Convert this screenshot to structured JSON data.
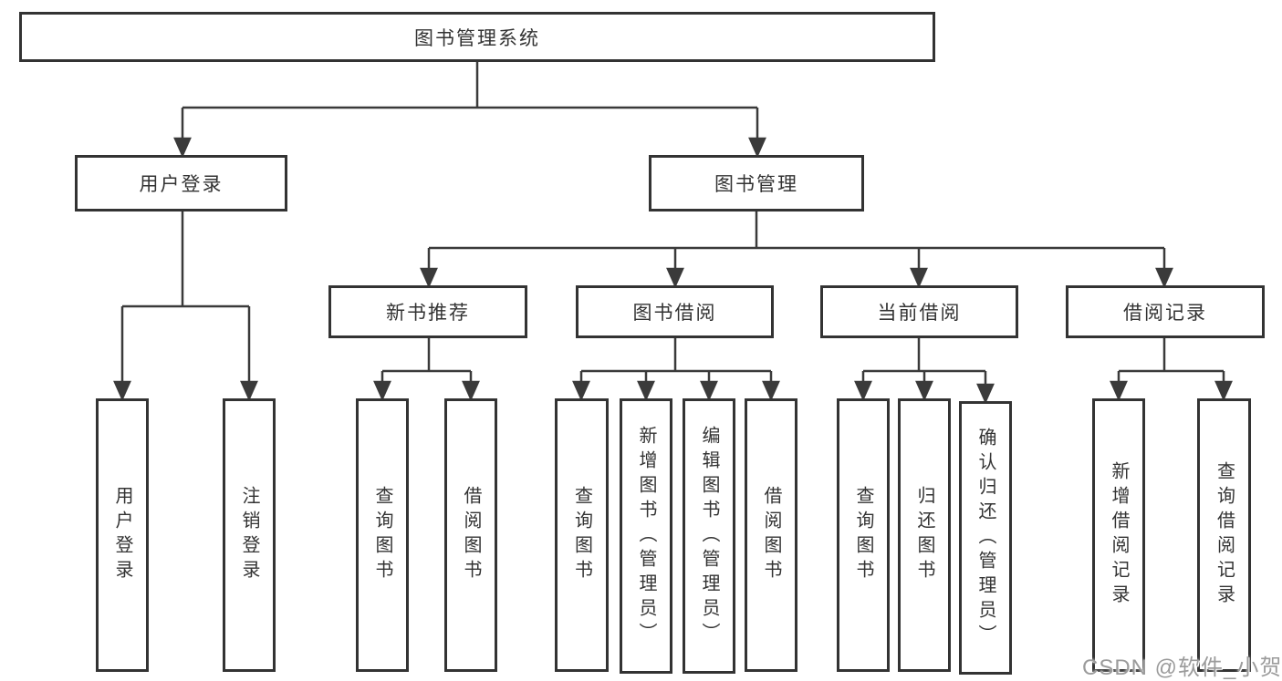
{
  "diagram": {
    "root": {
      "label": "图书管理系统"
    },
    "branches": [
      {
        "label": "用户登录",
        "children": [
          {
            "label": "用户登录"
          },
          {
            "label": "注销登录"
          }
        ]
      },
      {
        "label": "图书管理",
        "children": [
          {
            "label": "新书推荐",
            "children": [
              {
                "label": "查询图书"
              },
              {
                "label": "借阅图书"
              }
            ]
          },
          {
            "label": "图书借阅",
            "children": [
              {
                "label": "查询图书"
              },
              {
                "label": "新增图书（管理员）"
              },
              {
                "label": "编辑图书（管理员）"
              },
              {
                "label": "借阅图书"
              }
            ]
          },
          {
            "label": "当前借阅",
            "children": [
              {
                "label": "查询图书"
              },
              {
                "label": "归还图书"
              },
              {
                "label": "确认归还（管理员）"
              }
            ]
          },
          {
            "label": "借阅记录",
            "children": [
              {
                "label": "新增借阅记录"
              },
              {
                "label": "查询借阅记录"
              }
            ]
          }
        ]
      }
    ]
  },
  "watermark": {
    "text": "CSDN @软件_小贺同学"
  },
  "colors": {
    "line": "#3a3a3a",
    "box_border": "#333333",
    "text": "#333333",
    "background": "#ffffff",
    "watermark": "#9b9b9b"
  }
}
